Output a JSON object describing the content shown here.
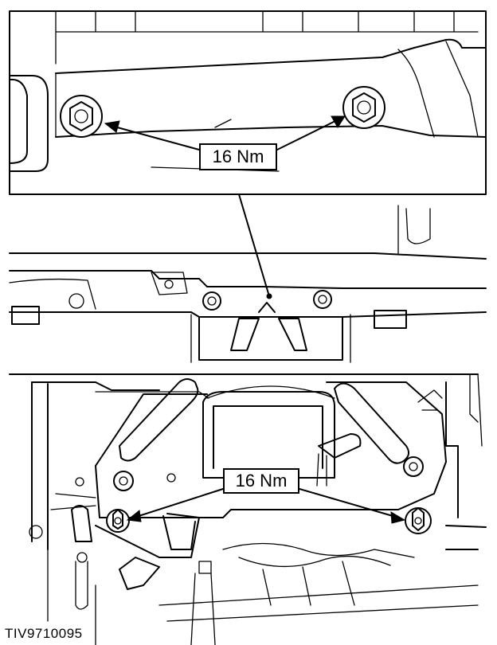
{
  "diagram": {
    "callouts": [
      {
        "id": "top",
        "text": "16 Nm"
      },
      {
        "id": "bottom",
        "text": "16 Nm"
      }
    ],
    "figure_id": "TIV9710095"
  },
  "colors": {
    "ink": "#000000",
    "paper": "#ffffff"
  }
}
